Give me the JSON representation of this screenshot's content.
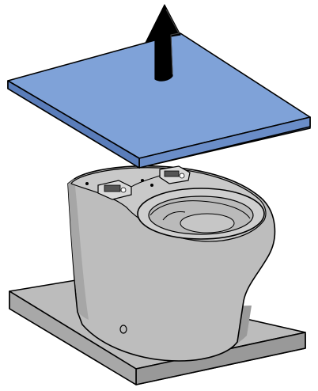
{
  "illustration": {
    "kind": "installation-step",
    "objects": [
      "up-arrow-icon",
      "protective-cover-sheet",
      "floor-standing-toilet",
      "floor-plate"
    ],
    "colors": {
      "cover": "#7fa2d8",
      "cover_edge": "#9db8e2",
      "toilet": "#bfbfbf",
      "toilet_shadow": "#a3a3a3",
      "bowl_inner": "#d0d0d0",
      "floor": "#bcbcbc",
      "outline": "#000000",
      "arrow": "#000000"
    }
  }
}
